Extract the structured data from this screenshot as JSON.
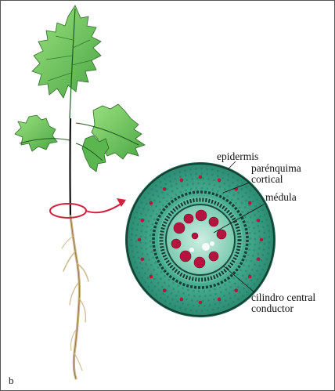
{
  "panel_letter": "b",
  "labels": {
    "epidermis": "epidermis",
    "cortical_line1": "parénquima",
    "cortical_line2": "cortical",
    "medula": "médula",
    "cylinder_line1": "cilindro central",
    "cylinder_line2": "conductor"
  },
  "colors": {
    "leaf_light": "#7fcf6a",
    "leaf_dark": "#3f9a3a",
    "leaf_vein": "#1f5a1f",
    "stem": "#111111",
    "root": "#d9c59a",
    "highlight_red": "#d2223f",
    "section_green": "#3fa58a",
    "section_dark": "#1d5c49",
    "vessel_red": "#b4153f"
  }
}
